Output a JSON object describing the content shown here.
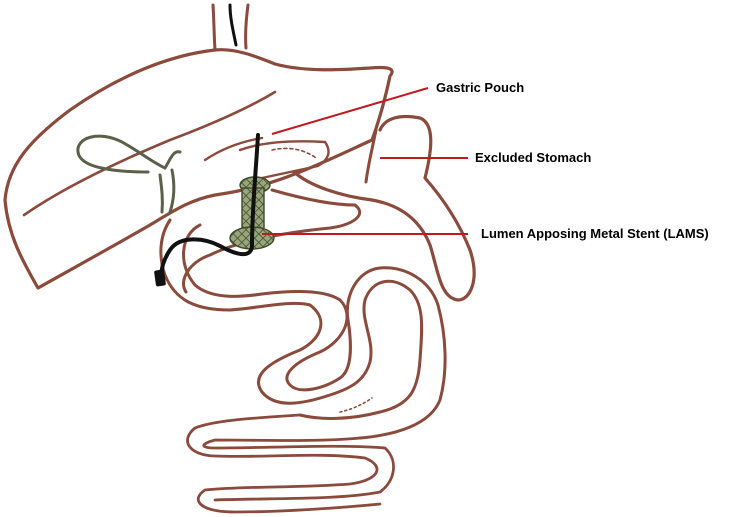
{
  "labels": {
    "gastric_pouch": "Gastric Pouch",
    "excluded_stomach": "Excluded Stomach",
    "lams": "Lumen Apposing Metal Stent (LAMS)"
  },
  "colors": {
    "organ_outline": "#8a4a3c",
    "leader_line": "#c0181c",
    "gallbladder": "#5c6048",
    "stent_mesh": "#556044",
    "endoscope": "#111111",
    "background": "#ffffff"
  }
}
